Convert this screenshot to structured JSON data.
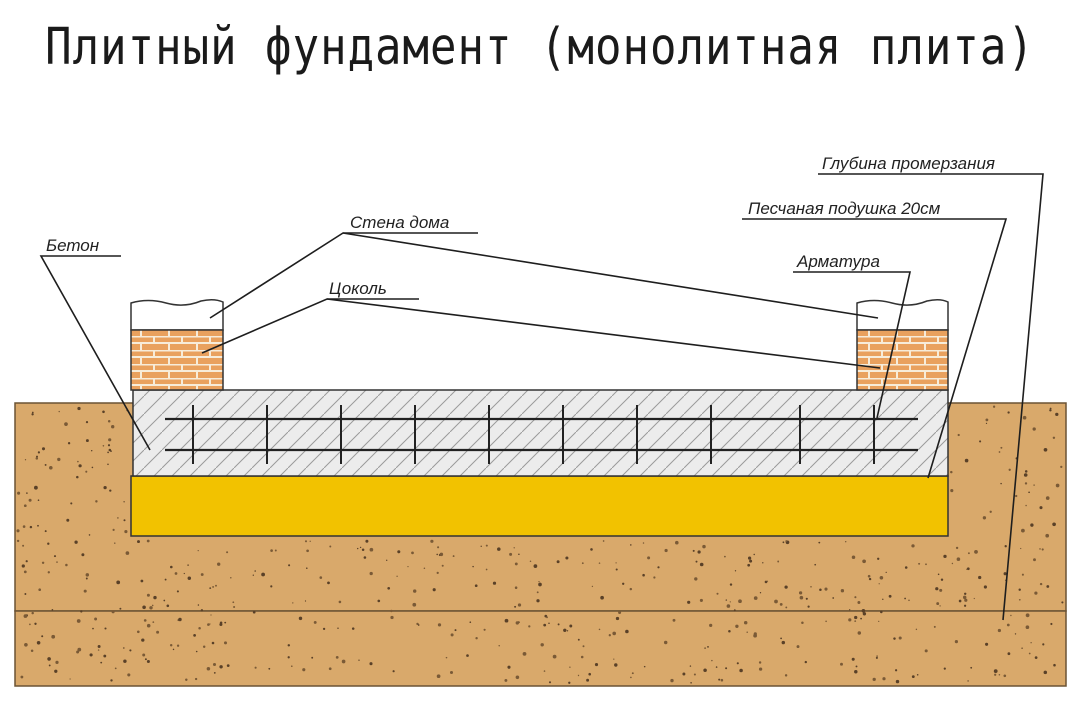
{
  "title": "Плитный фундамент (монолитная плита)",
  "labels": {
    "beton": "Бетон",
    "stena_doma": "Стена дома",
    "tsokol": "Цоколь",
    "glubina_promerzaniya": "Глубина промерзания",
    "peschanaya_podushka": "Песчаная подушка 20см",
    "armatura": "Арматура"
  },
  "colors": {
    "soil": "#d9a96b",
    "sand_cushion": "#f2c200",
    "concrete": "#ececec",
    "brick": "#e9a15e",
    "mortar": "#f7ecd9",
    "line": "#1e1e1e"
  }
}
